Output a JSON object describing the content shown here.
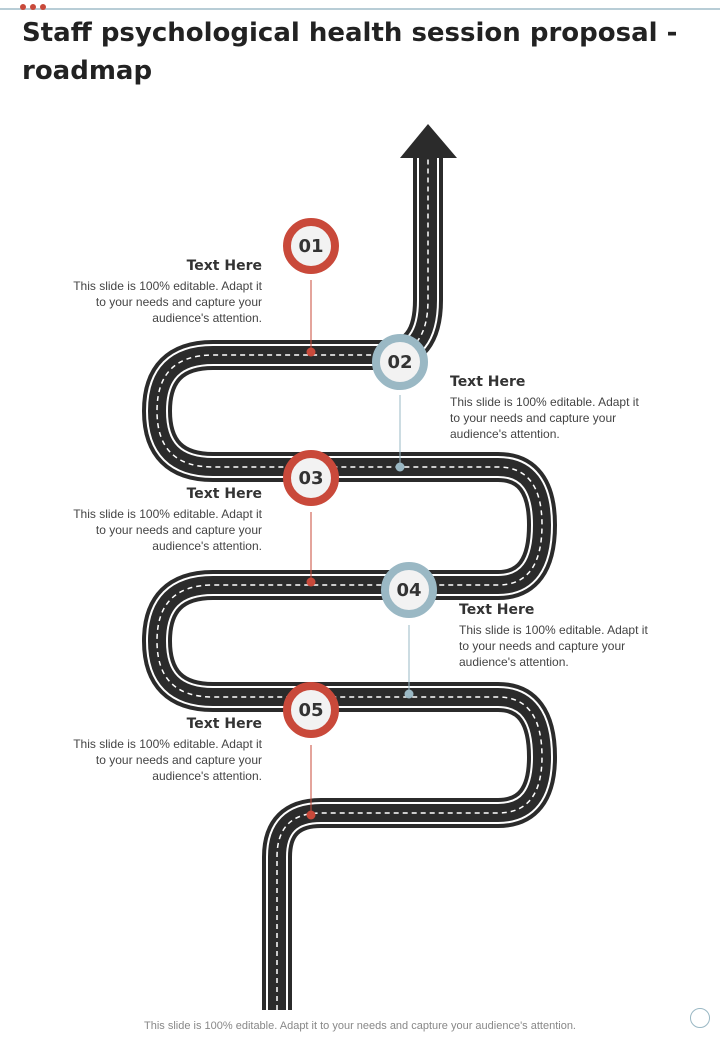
{
  "title": "Staff psychological health session proposal - roadmap",
  "steps": [
    {
      "number": "01",
      "heading": "Text Here",
      "body": "This slide is 100% editable. Adapt it to your needs and capture your audience's attention."
    },
    {
      "number": "02",
      "heading": "Text Here",
      "body": "This slide is 100% editable. Adapt it to your needs and capture your audience's attention."
    },
    {
      "number": "03",
      "heading": "Text Here",
      "body": "This slide is 100% editable. Adapt it to your needs and capture your audience's attention."
    },
    {
      "number": "04",
      "heading": "Text Here",
      "body": "This slide is 100% editable. Adapt it to your needs and capture your audience's attention."
    },
    {
      "number": "05",
      "heading": "Text Here",
      "body": "This slide is 100% editable. Adapt it to your needs and capture your audience's attention."
    }
  ],
  "footer": "This slide is 100% editable. Adapt it to your needs and capture your audience's attention.",
  "colors": {
    "red_accent": "#c9493a",
    "blue_accent": "#9ab8c4",
    "road": "#2b2b2b",
    "text": "#333333"
  }
}
